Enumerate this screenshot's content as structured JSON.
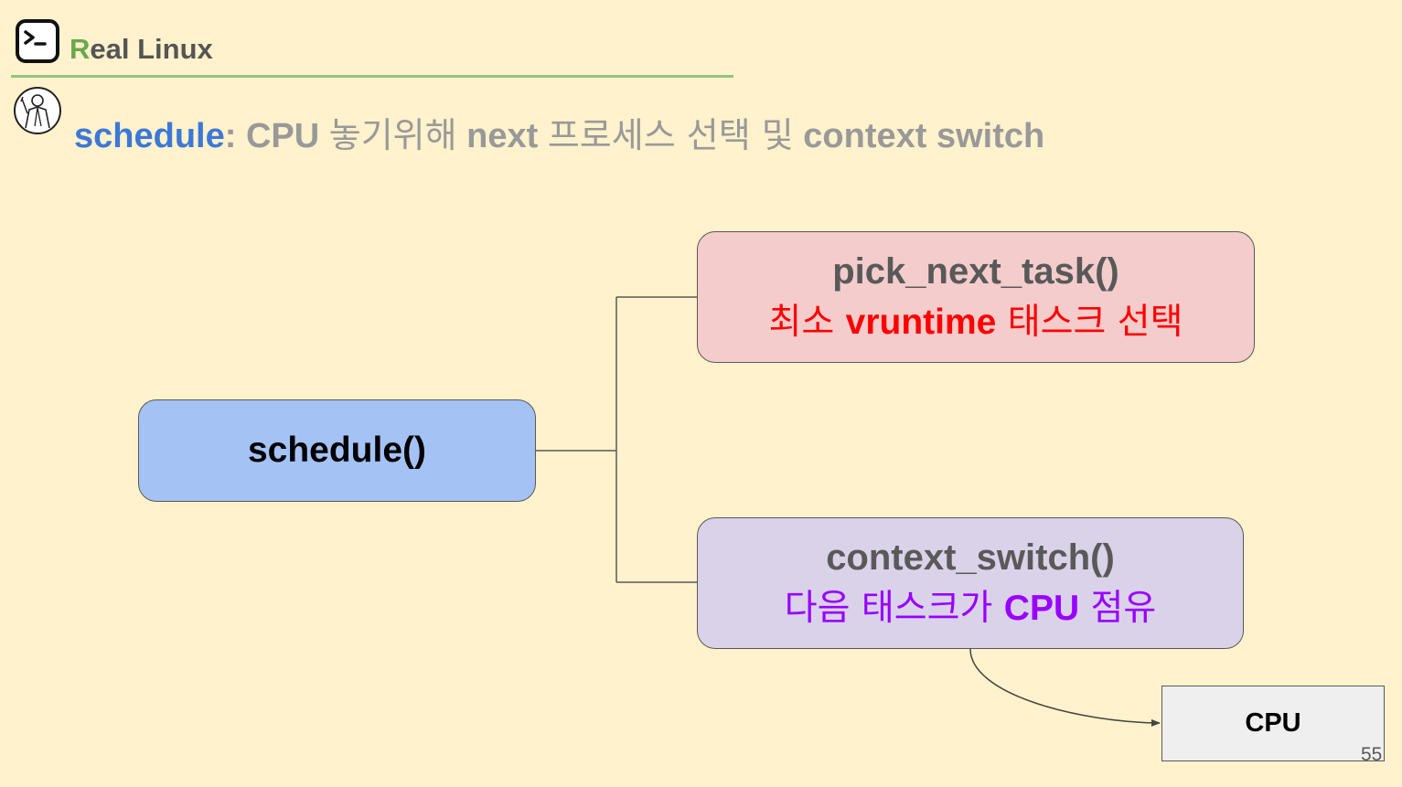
{
  "header": {
    "brand_first_letter": "R",
    "brand_rest": "eal Linux",
    "icon": "terminal-prompt-icon",
    "avatar_icon": "presenter-sketch-icon"
  },
  "title": {
    "keyword": "schedule",
    "sep": ": ",
    "p1": "CPU ",
    "p2": "놓기위해",
    "p3": " next ",
    "p4": "프로세스 선택 및",
    "p5": " context switch"
  },
  "diagram": {
    "root": {
      "label": "schedule()"
    },
    "pick": {
      "title": "pick_next_task()",
      "d1": "최소 ",
      "d2": "vruntime",
      "d3": " 태스크 선택"
    },
    "switch": {
      "title": "context_switch()",
      "d1": "다음 태스크가 ",
      "d2": "CPU",
      "d3": " 점유"
    },
    "cpu": {
      "label": "CPU"
    }
  },
  "page_number": "55",
  "colors": {
    "background": "#fff2cc",
    "brand_accent": "#6aa84f",
    "title_keyword": "#3c78d8",
    "pick_fill": "#f4cccc",
    "switch_fill": "#d9d2e9",
    "root_fill": "#a4c2f4",
    "pick_desc": "#ff0000",
    "switch_desc": "#9900ff"
  }
}
